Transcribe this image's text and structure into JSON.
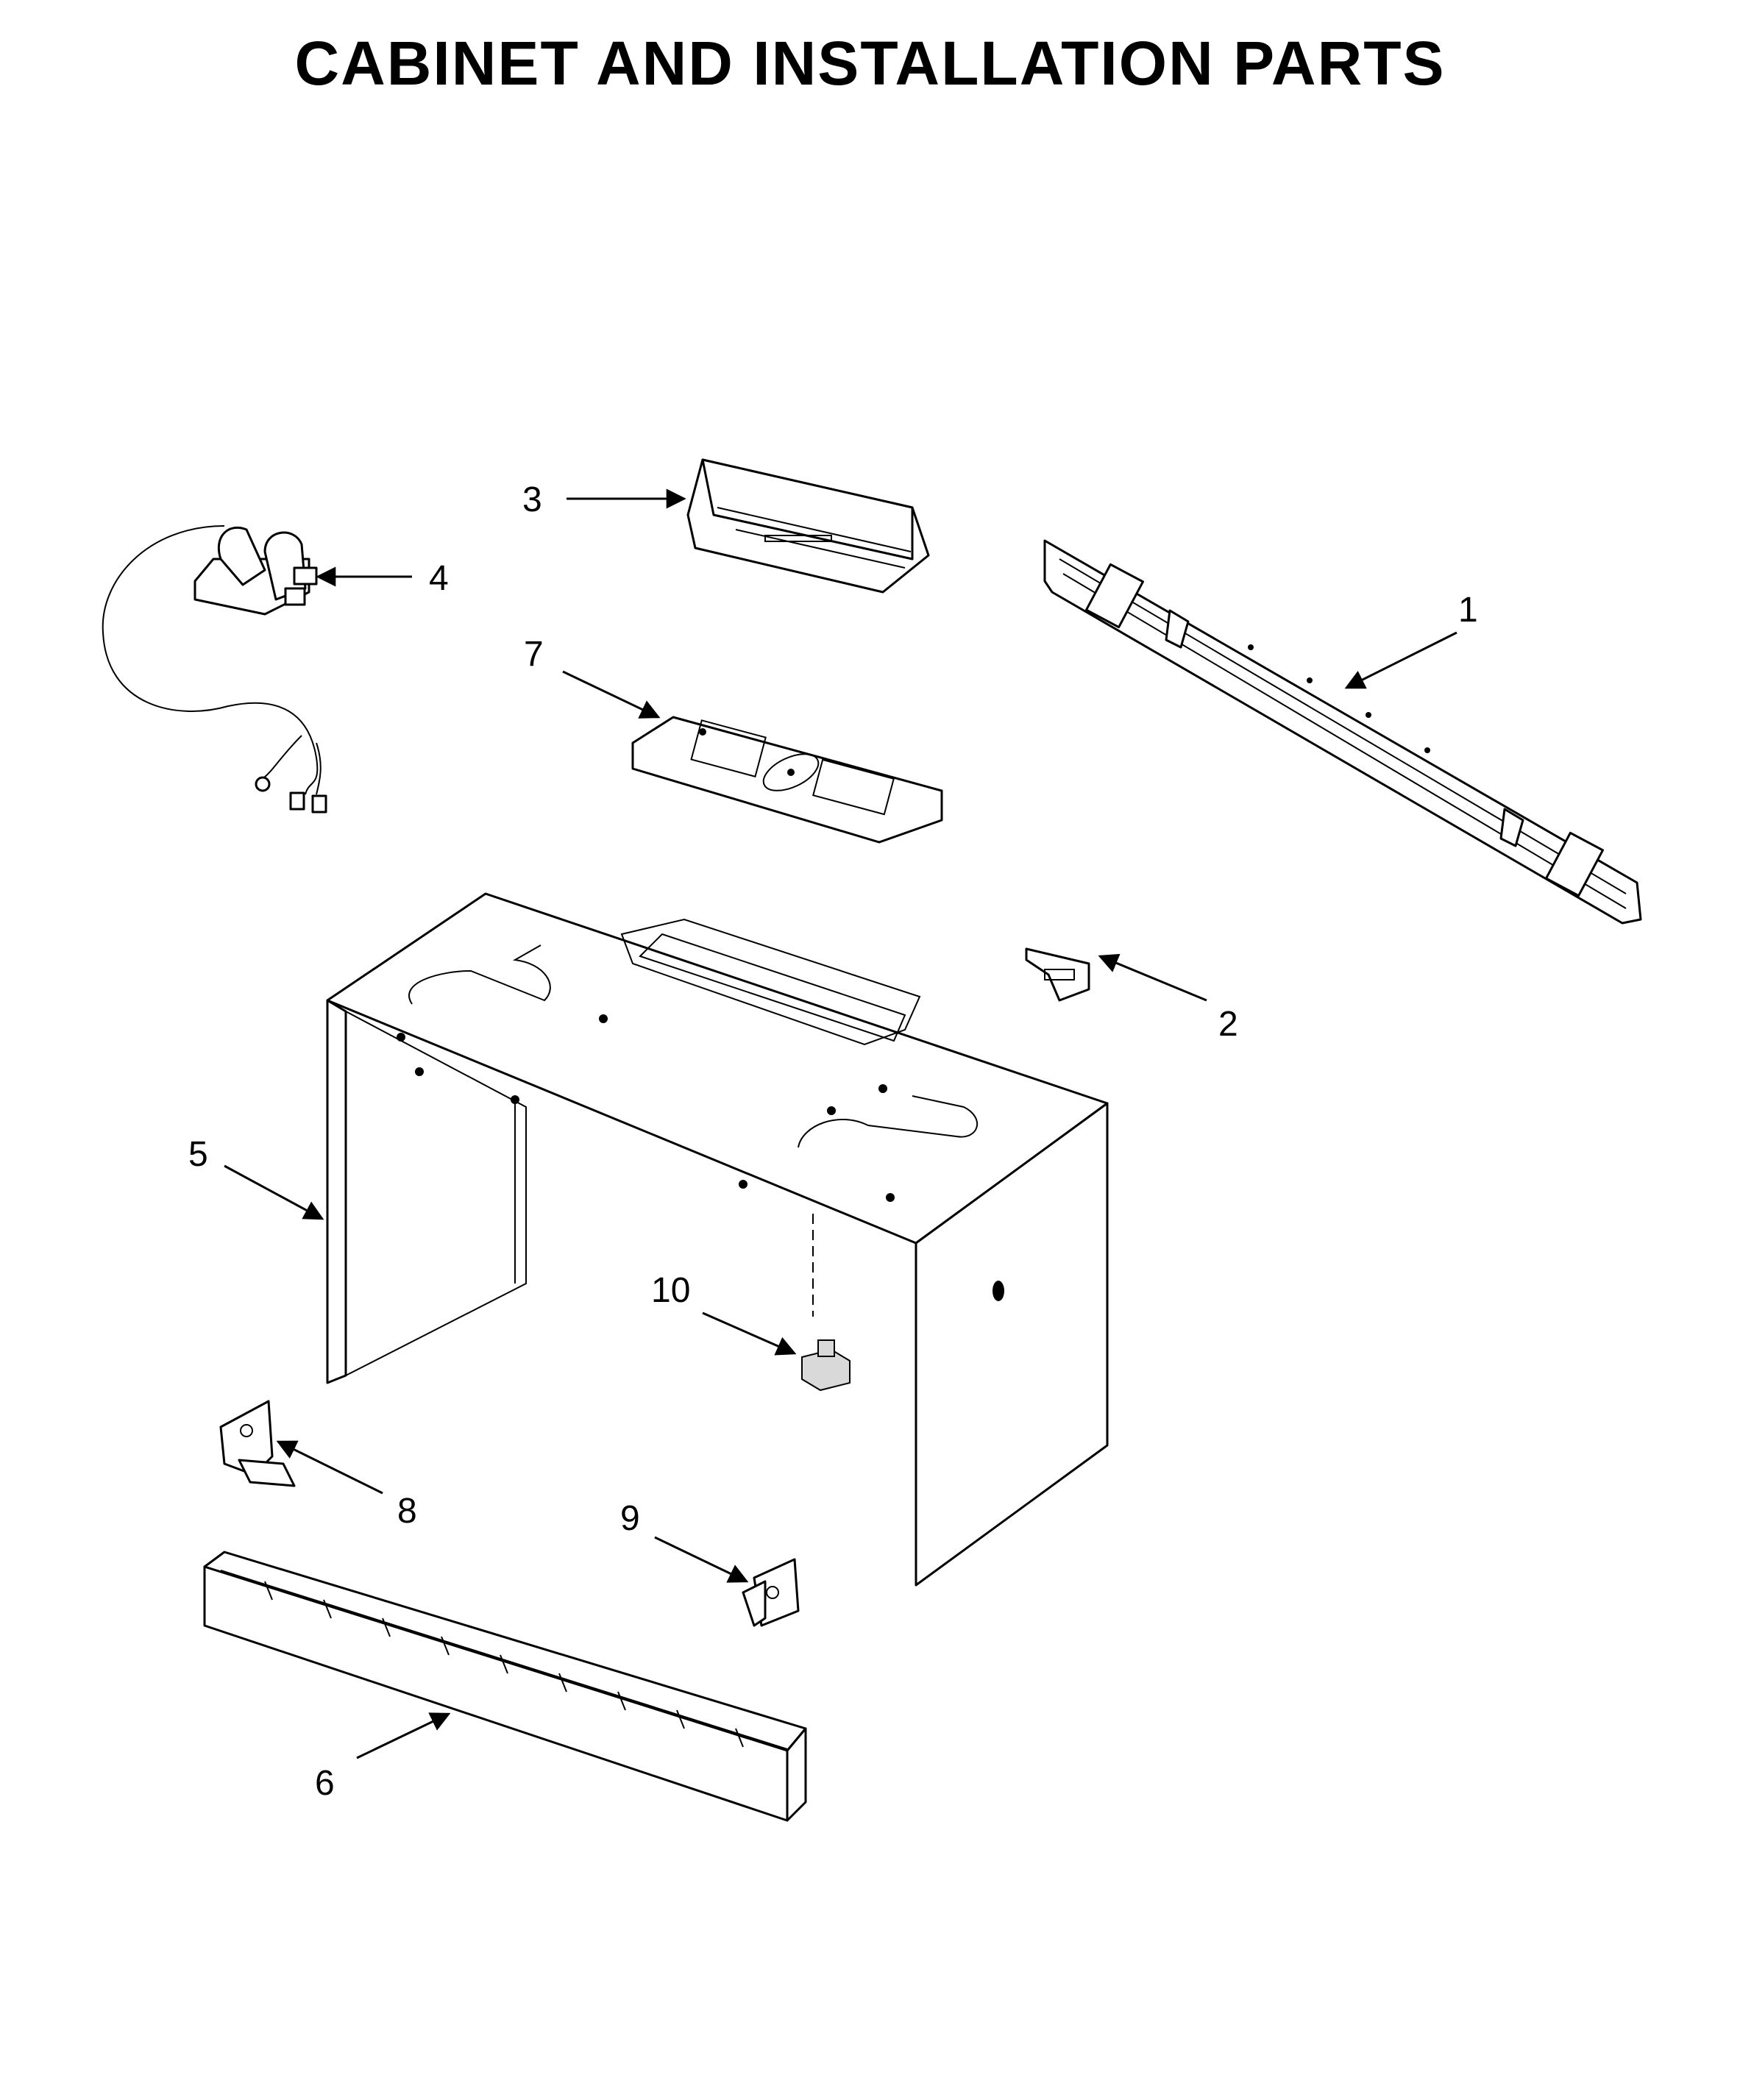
{
  "title": "CABINET AND INSTALLATION PARTS",
  "callouts": {
    "p1": "1",
    "p2": "2",
    "p3": "3",
    "p4": "4",
    "p5": "5",
    "p6": "6",
    "p7": "7",
    "p8": "8",
    "p9": "9",
    "p10": "10"
  }
}
